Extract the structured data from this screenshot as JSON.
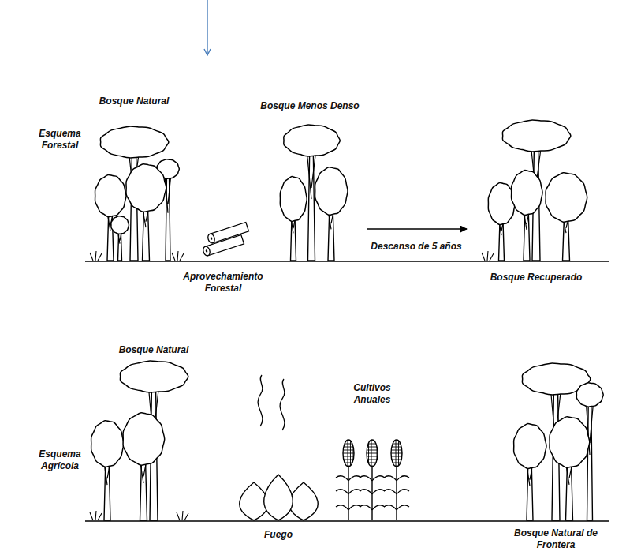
{
  "diagram": {
    "labels": [
      "Bosque Natural",
      "Bosque Menos Denso",
      "Esquema Forestal",
      "Aprovechamiento Forestal",
      "Descanso de 5 años",
      "Bosque Recuperado",
      "Bosque Natural",
      "Esquema Agrícola",
      "Cultivos Anuales",
      "Fuego",
      "Bosque Natural de Frontera"
    ]
  }
}
